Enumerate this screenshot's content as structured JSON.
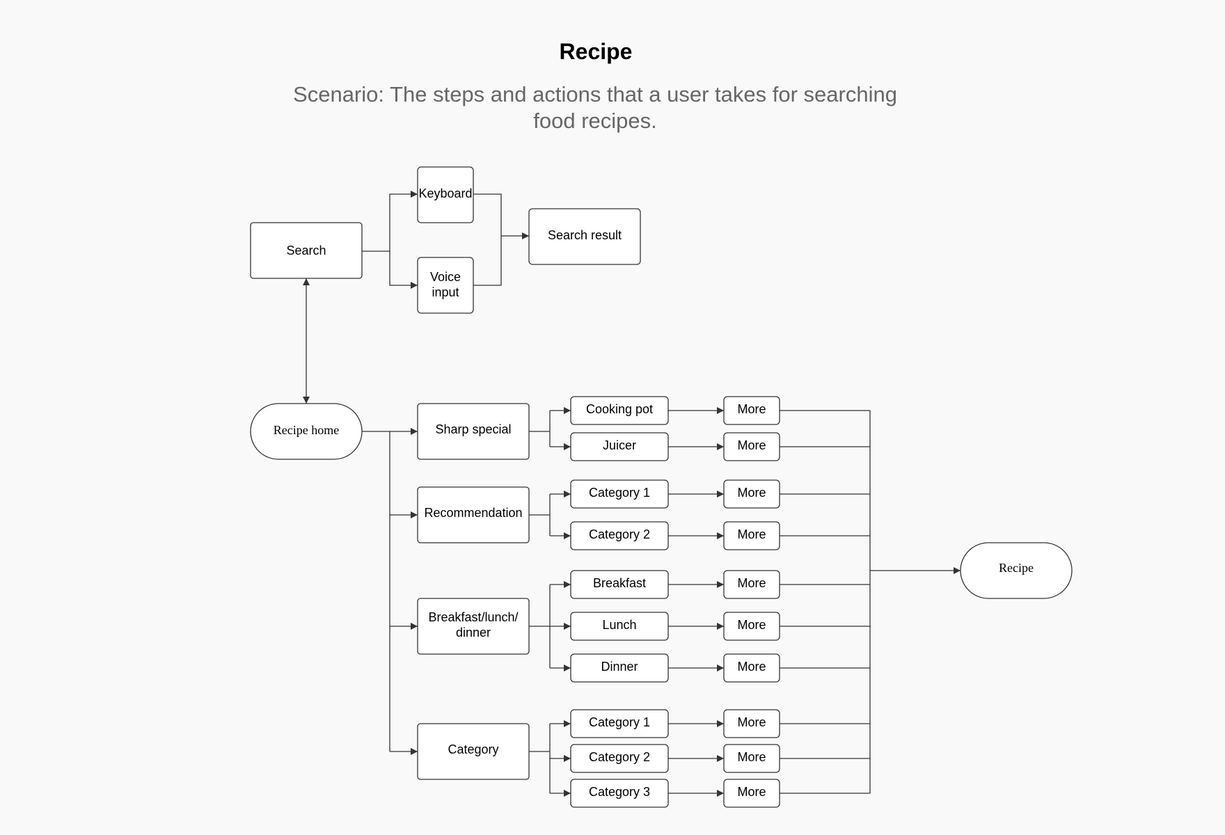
{
  "title": "Recipe",
  "subtitle": "Scenario: The steps and actions that a user takes for searching food recipes.",
  "nodes": {
    "search": "Search",
    "keyboard": "Keyboard",
    "voice_input": [
      "Voice",
      "input"
    ],
    "search_result": "Search result",
    "recipe_home": "Recipe home",
    "sharp_special": "Sharp special",
    "recommendation": "Recommendation",
    "breakfast_lunch_dinner": [
      "Breakfast/lunch/",
      "dinner"
    ],
    "category": "Category",
    "cooking_pot": "Cooking pot",
    "juicer": "Juicer",
    "rec_category_1": "Category 1",
    "rec_category_2": "Category 2",
    "breakfast": "Breakfast",
    "lunch": "Lunch",
    "dinner": "Dinner",
    "cat_category_1": "Category 1",
    "cat_category_2": "Category 2",
    "cat_category_3": "Category 3",
    "more": "More",
    "recipe": "Recipe"
  },
  "colors": {
    "background": "#f9f9f9",
    "stroke": "#333333",
    "node_fill": "#ffffff",
    "subtitle": "#666666"
  }
}
